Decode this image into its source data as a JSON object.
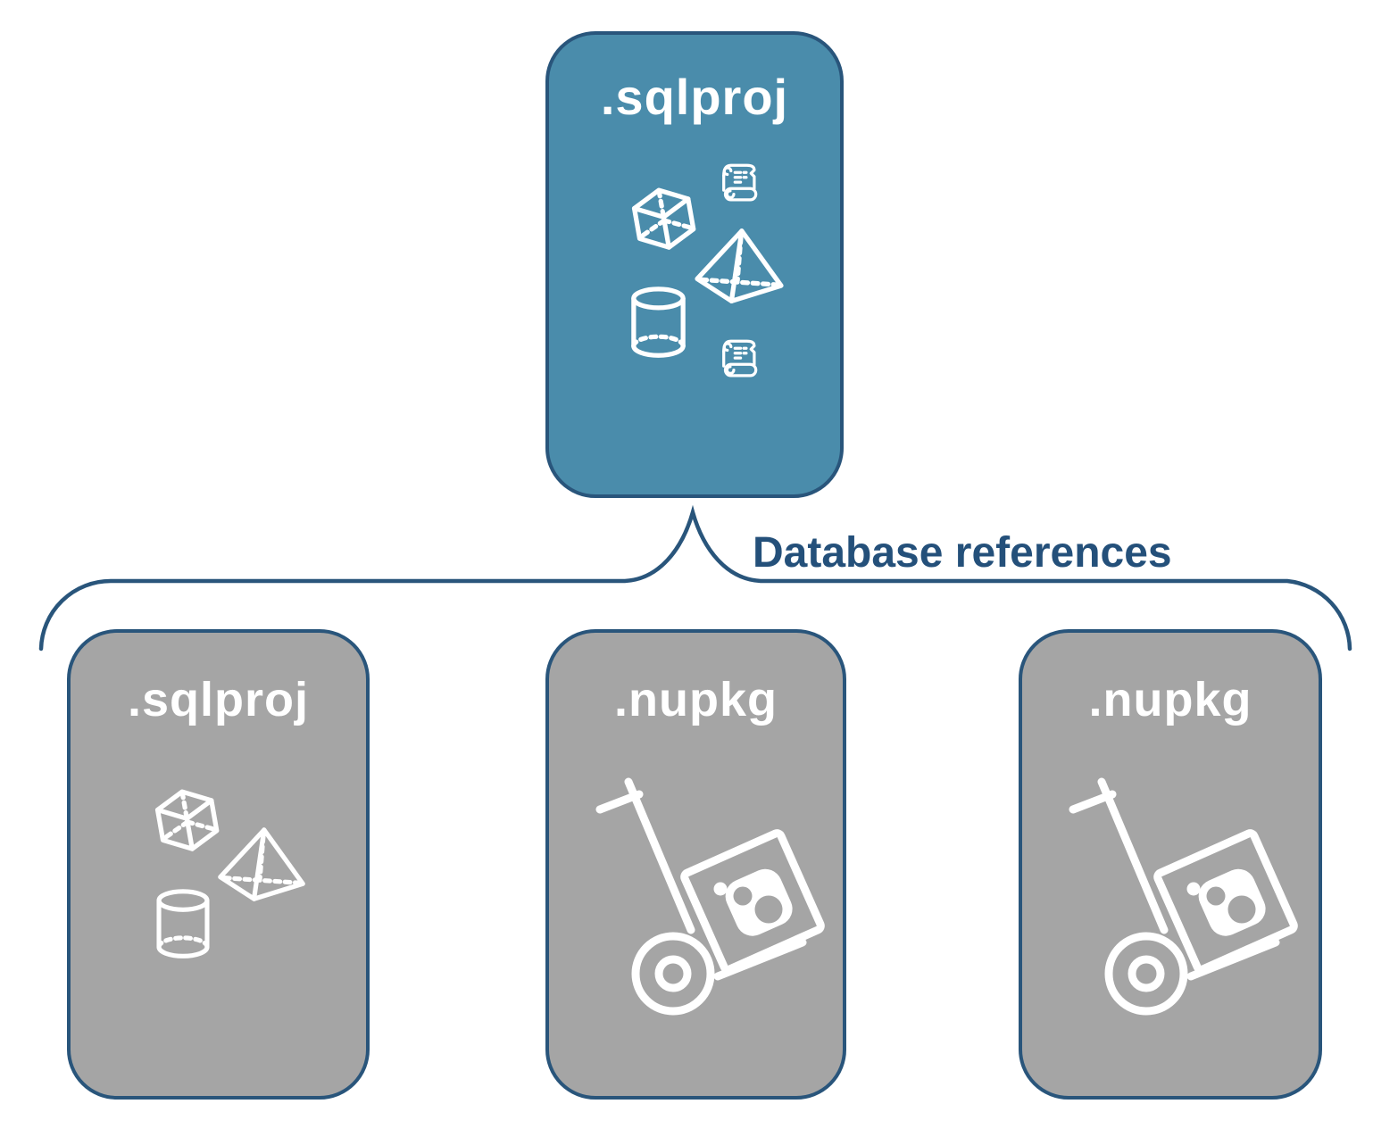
{
  "diagram": {
    "edge_label": "Database references",
    "root": {
      "label": ".sqlproj",
      "icons": [
        "script-scroll",
        "cube",
        "pyramid",
        "database-cylinder",
        "script-scroll"
      ]
    },
    "children": [
      {
        "label": ".sqlproj",
        "icons": [
          "cube",
          "pyramid",
          "database-cylinder"
        ]
      },
      {
        "label": ".nupkg",
        "icons": [
          "nuget-hand-truck-package"
        ]
      },
      {
        "label": ".nupkg",
        "icons": [
          "nuget-hand-truck-package"
        ]
      }
    ],
    "colors": {
      "root_fill": "#4a8cab",
      "child_fill": "#a5a5a5",
      "border": "#29557b",
      "edge_text": "#24507a",
      "label_text": "#ffffff",
      "icon": "#ffffff"
    }
  }
}
